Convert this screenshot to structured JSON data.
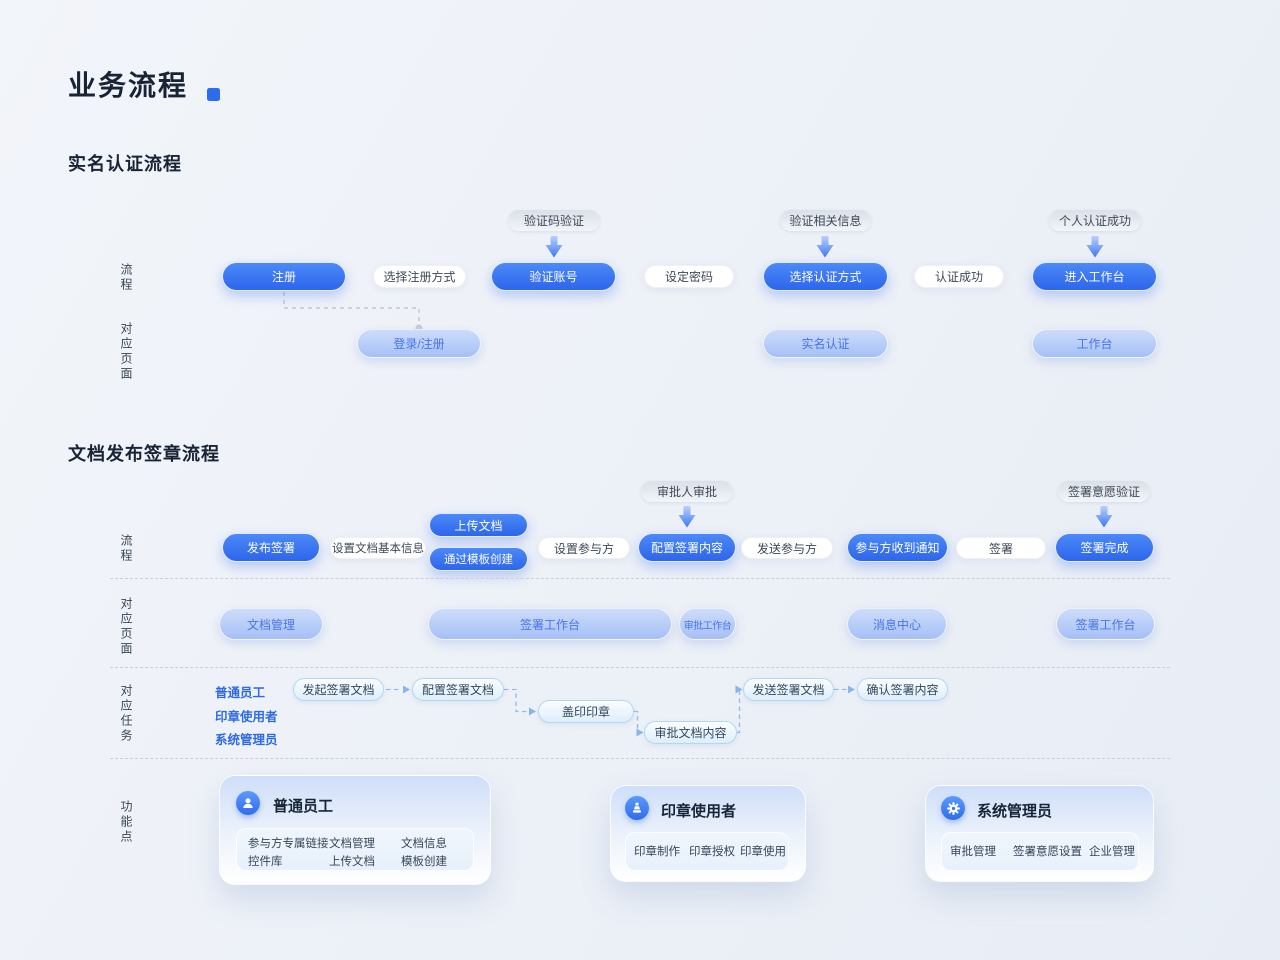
{
  "page_title": "业务流程",
  "colors": {
    "accent": "#2b6cf0",
    "pill_blue": "#3b76f2",
    "pill_lightblue": "#b7cdf8",
    "note_gray": "#e3e7ee",
    "task_border": "#b2d8f3",
    "role_text": "#2e6ae4"
  },
  "auth": {
    "heading": "实名认证流程",
    "label_flow": "流程",
    "label_pages": "对应页面",
    "steps": [
      "注册",
      "选择注册方式",
      "验证账号",
      "设定密码",
      "选择认证方式",
      "认证成功",
      "进入工作台"
    ],
    "notes": [
      "验证码验证",
      "验证相关信息",
      "个人认证成功"
    ],
    "pages": [
      "登录/注册",
      "实名认证",
      "工作台"
    ]
  },
  "sign": {
    "heading": "文档发布签章流程",
    "label_flow": "流程",
    "label_pages": "对应页面",
    "label_tasks": "对应任务",
    "label_features": "功能点",
    "steps": [
      "发布签署",
      "设置文档基本信息",
      "上传文档",
      "通过模板创建",
      "设置参与方",
      "配置签署内容",
      "发送参与方",
      "参与方收到通知",
      "签署",
      "签署完成"
    ],
    "notes": [
      "审批人审批",
      "签署意愿验证"
    ],
    "pages": [
      "文档管理",
      "签署工作台",
      "审批工作台",
      "消息中心",
      "签署工作台"
    ],
    "roles": [
      "普通员工",
      "印章使用者",
      "系统管理员"
    ],
    "tasks": [
      "发起签署文档",
      "配置签署文档",
      "盖印印章",
      "审批文档内容",
      "发送签署文档",
      "确认签署内容"
    ]
  },
  "cards": [
    {
      "title": "普通员工",
      "icon": "user-icon",
      "items": [
        "参与方专属链接",
        "文档管理",
        "文档信息",
        "控件库",
        "上传文档",
        "模板创建"
      ]
    },
    {
      "title": "印章使用者",
      "icon": "seal-icon",
      "items": [
        "印章制作",
        "印章授权",
        "印章使用"
      ]
    },
    {
      "title": "系统管理员",
      "icon": "gear-icon",
      "items": [
        "审批管理",
        "签署意愿设置",
        "企业管理"
      ]
    }
  ]
}
